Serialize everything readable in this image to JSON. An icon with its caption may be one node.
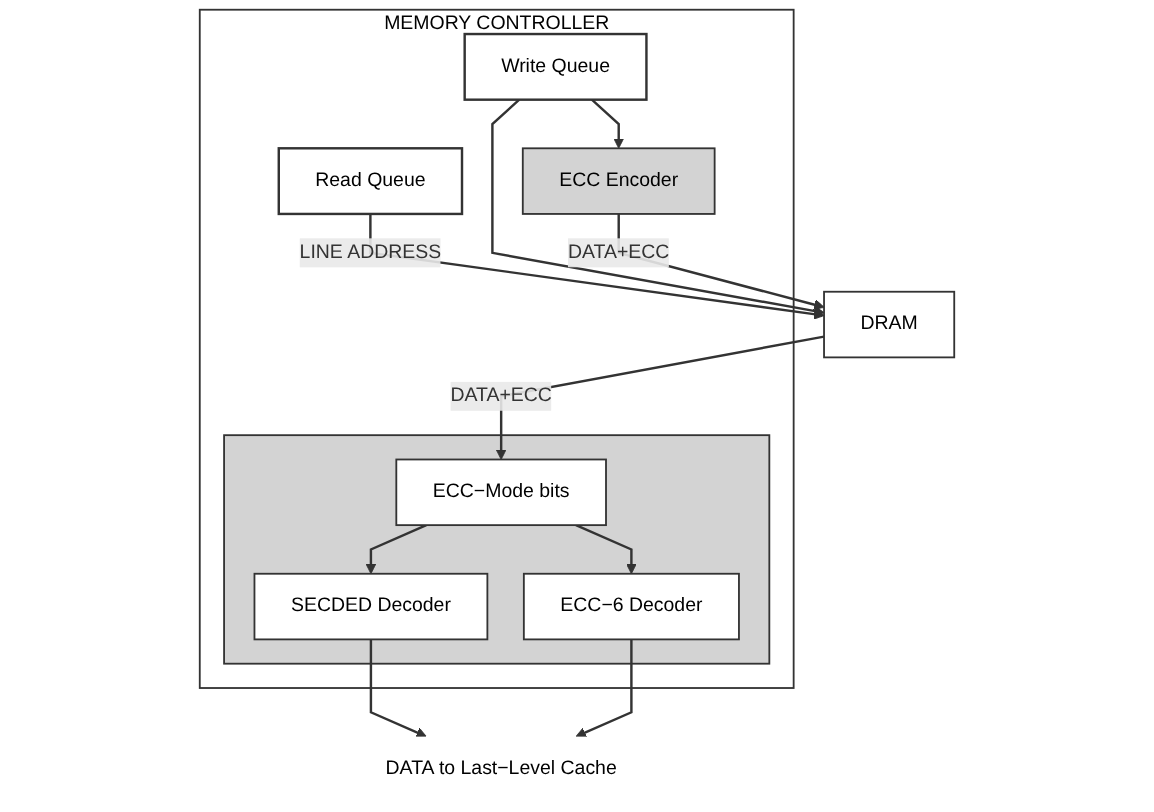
{
  "diagram": {
    "nodes": [
      {
        "text": [
          "DRAM"
        ]
      },
      {
        "text": [
          "MEMORY CONTROLLER"
        ]
      },
      {
        "text": [
          "ECC Encoder"
        ],
        "in": 1
      },
      {
        "text": [
          "Read Queue"
        ],
        "in": 1
      },
      {
        "text": [
          "Write Queue"
        ],
        "in": 1
      },
      {
        "text": [],
        "shape": "box",
        "in": 1
      },
      {
        "text": [
          "ECC−Mode bits"
        ],
        "in": 5
      },
      {
        "text": [
          "SECDED Decoder"
        ],
        "in": 5
      },
      {
        "text": [
          "ECC−6 Decoder"
        ],
        "in": 5
      },
      {
        "text": [
          "DATA to Last−Level Cache"
        ]
      }
    ],
    "edges": [
      {
        "from": 3,
        "to": 0,
        "arrow": "to",
        "label": "LINE ADDRESS"
      },
      {
        "from": 4,
        "to": 0,
        "arrow": "to"
      },
      {
        "from": 2,
        "to": 0,
        "arrow": "to",
        "label": "DATA+ECC"
      },
      {
        "from": 4,
        "to": 2,
        "arrow": "to"
      },
      {
        "from": 0,
        "to": 6,
        "arrow": "to",
        "label": "DATA+ECC"
      },
      {
        "from": 6,
        "to": 7,
        "arrow": "to"
      },
      {
        "from": 6,
        "to": 8,
        "arrow": "to"
      },
      {
        "from": 7,
        "to": 9,
        "arrow": "to"
      },
      {
        "from": 8,
        "to": 9,
        "arrow": "to"
      }
    ]
  }
}
